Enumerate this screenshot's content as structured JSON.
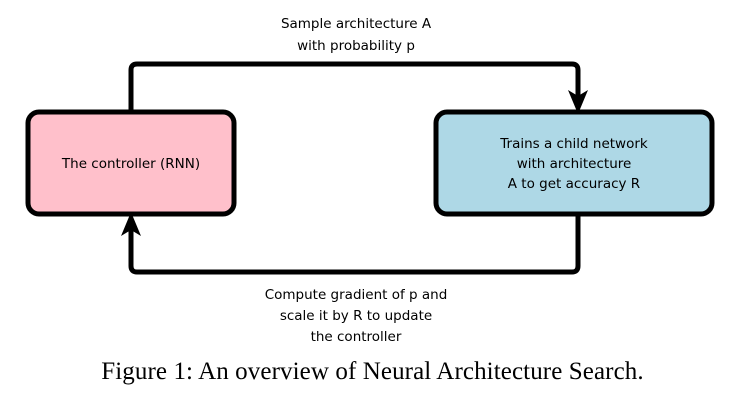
{
  "figure": {
    "caption": "Figure 1: An overview of Neural Architecture Search.",
    "background_color": "#ffffff",
    "stroke_color": "#000000"
  },
  "nodes": {
    "controller": {
      "label_lines": [
        "The controller (RNN)"
      ],
      "fill_color": "#ffc0cb"
    },
    "child_network": {
      "label_lines": [
        "Trains a child network",
        "with architecture",
        "A to get accuracy R"
      ],
      "fill_color": "#aed8e6"
    }
  },
  "edges": {
    "top": {
      "label_lines": [
        "Sample architecture A",
        "with probability p"
      ],
      "from": "controller",
      "to": "child_network",
      "direction": "down-into-child"
    },
    "bottom": {
      "label_lines": [
        "Compute gradient of p and",
        "scale it by R to update",
        "the controller"
      ],
      "from": "child_network",
      "to": "controller",
      "direction": "up-into-controller"
    }
  }
}
